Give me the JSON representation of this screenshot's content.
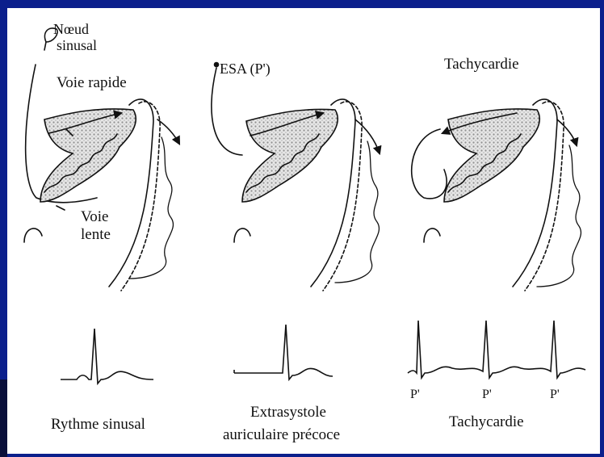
{
  "colors": {
    "frame": "#0b1f8c",
    "ink": "#111111",
    "dots": "#9a9a9a"
  },
  "diagram": {
    "panels": [
      {
        "id": "sinus",
        "labels": {
          "node": "Nœud",
          "node2": "sinusal",
          "fast": "Voie rapide",
          "slow": "Voie",
          "slow2": "lente"
        },
        "ecg_caption": [
          "Rythme sinusal"
        ]
      },
      {
        "id": "esa",
        "labels": {
          "esa": "ESA (P')"
        },
        "ecg_caption": [
          "Extrasystole",
          "auriculaire précoce"
        ]
      },
      {
        "id": "tachy",
        "labels": {
          "title": "Tachycardie"
        },
        "ecg_caption": [
          "Tachycardie"
        ],
        "p_labels": [
          "P'",
          "P'",
          "P'"
        ]
      }
    ]
  }
}
